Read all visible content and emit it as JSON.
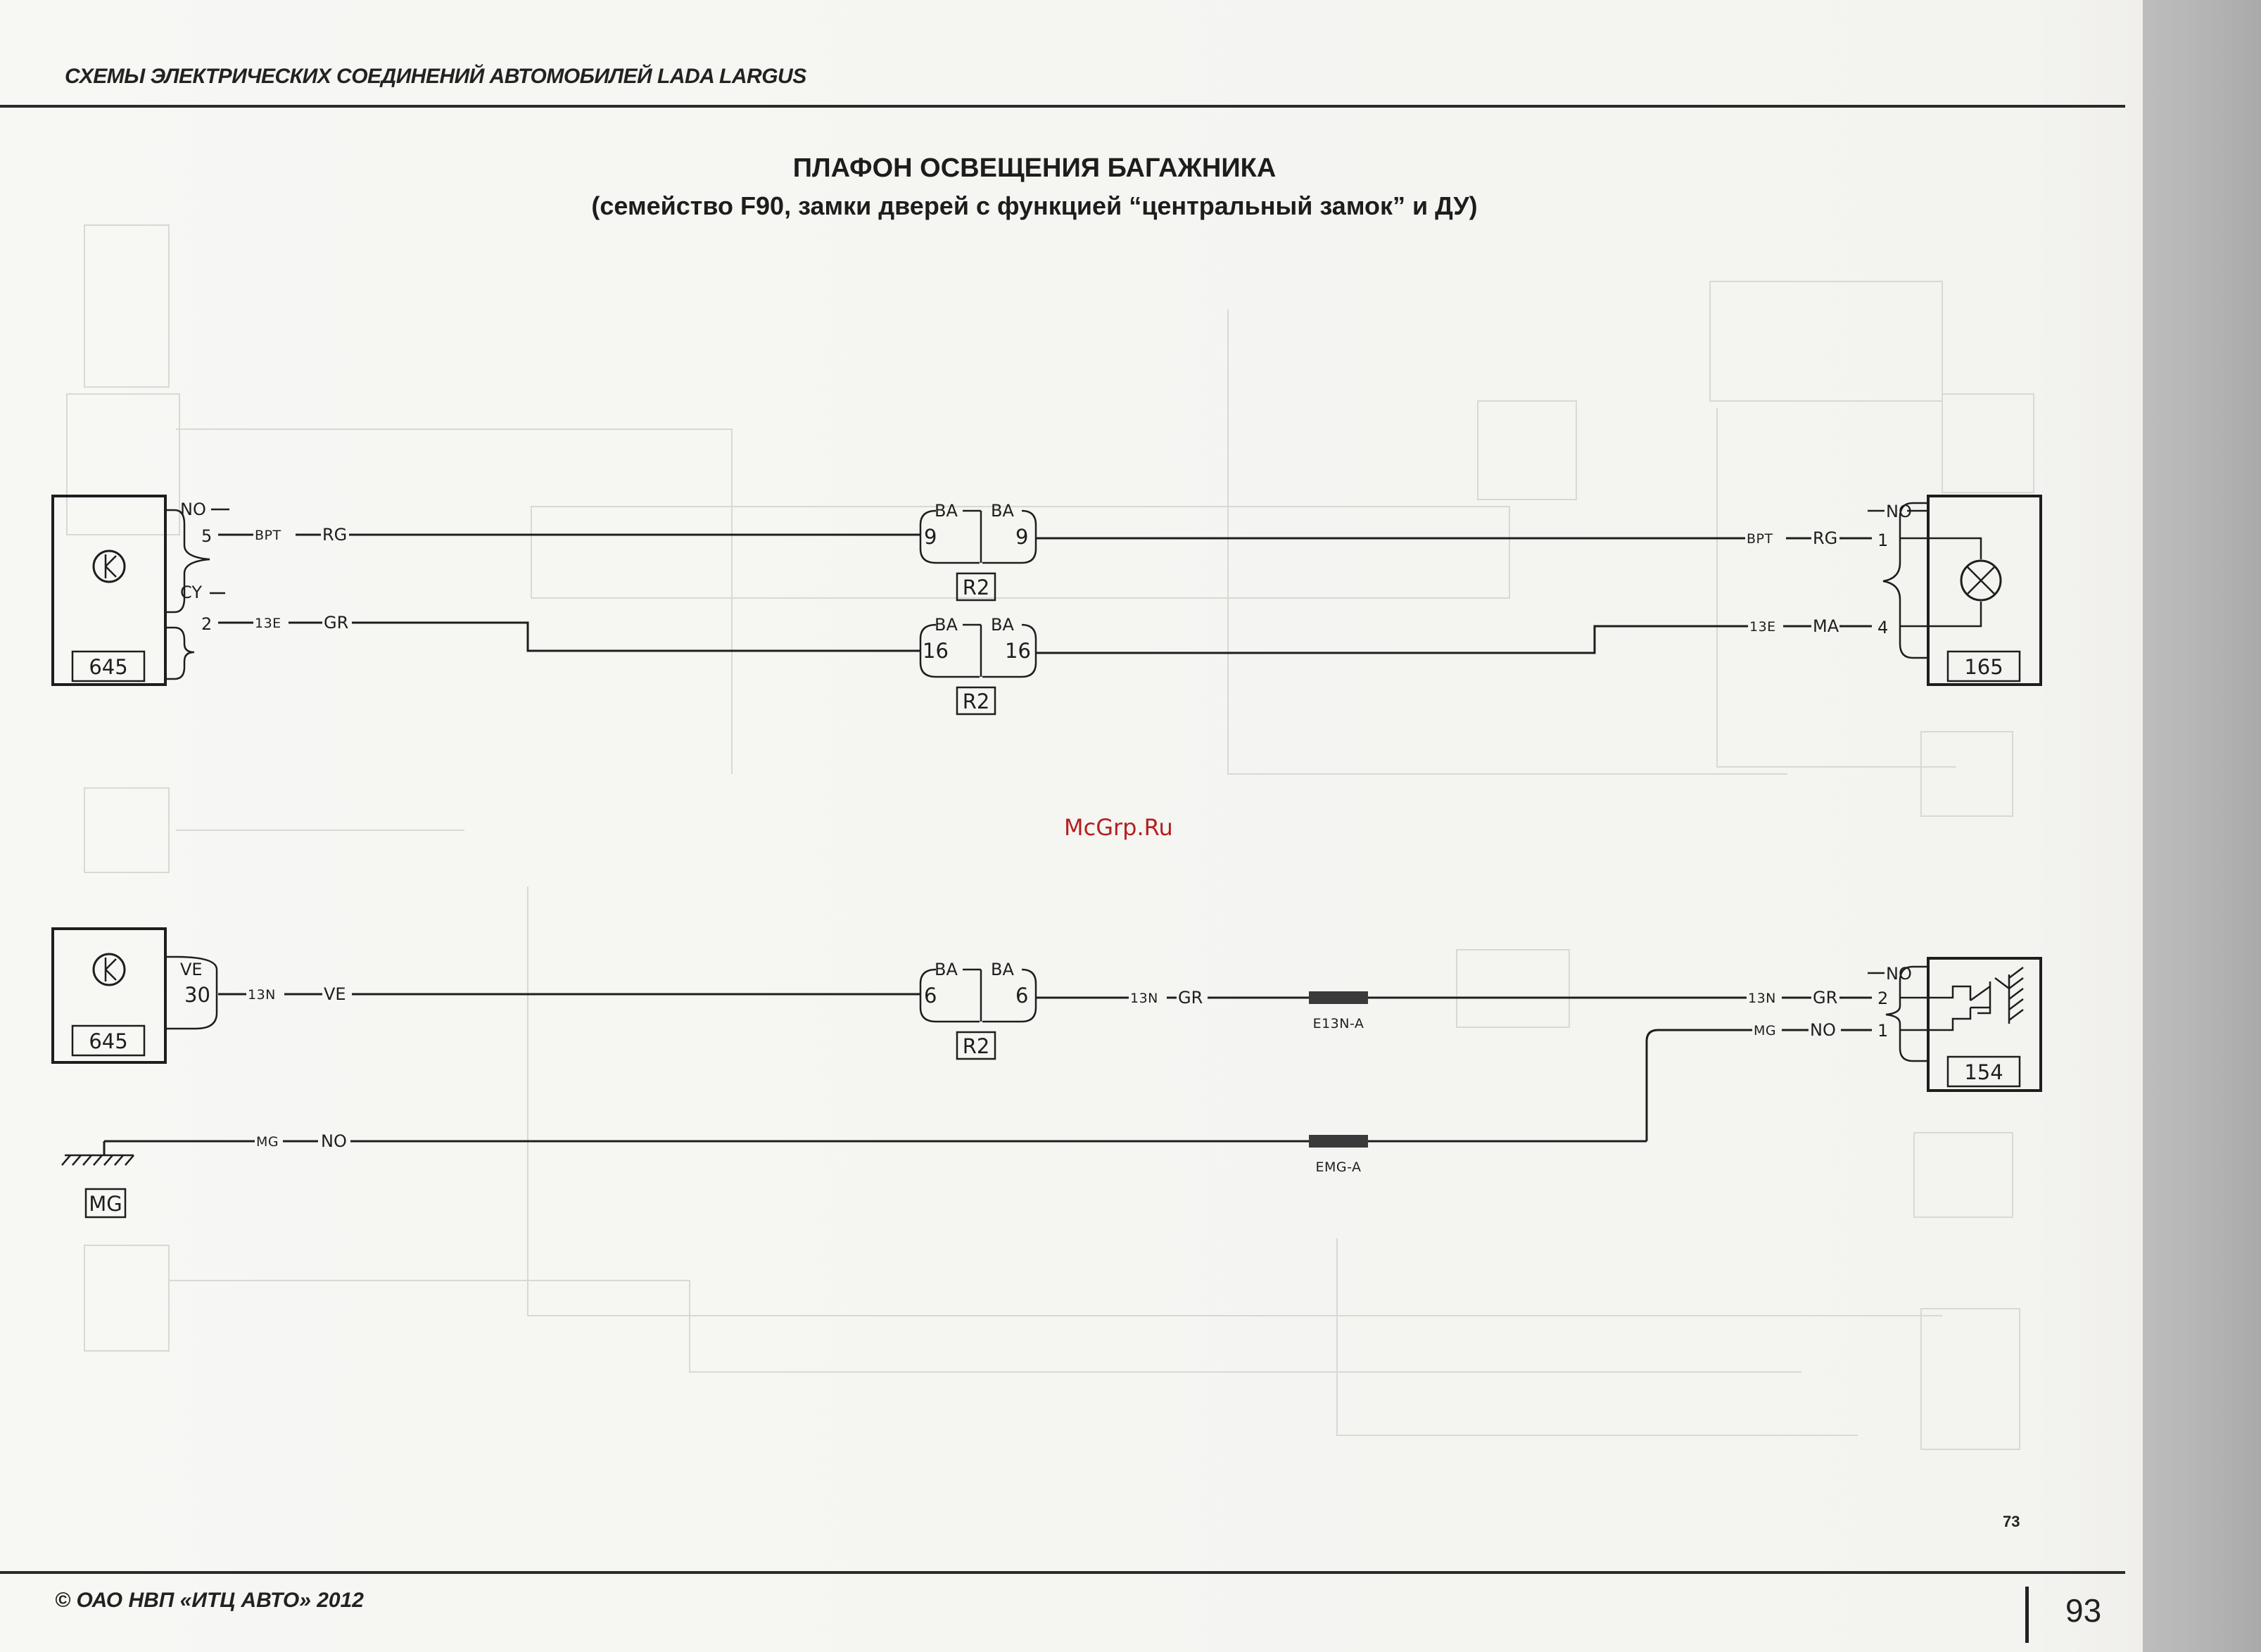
{
  "header": {
    "book_title": "СХЕМЫ ЭЛЕКТРИЧЕСКИХ СОЕДИНЕНИЙ АВТОМОБИЛЕЙ LADA LARGUS"
  },
  "diagram": {
    "title": "ПЛАФОН ОСВЕЩЕНИЯ БАГАЖНИКА",
    "subtitle": "(семейство F90, замки дверей с функцией “центральный замок” и ДУ)",
    "number": "73",
    "components": {
      "c645": "645",
      "c165": "165",
      "c154": "154",
      "ground": "MG",
      "connector": "R2"
    },
    "connectors": {
      "no": "NO",
      "cy": "CY",
      "ve": "VE",
      "ba": "BA",
      "pin5": "5",
      "pin2": "2",
      "pin30": "30",
      "pin9": "9",
      "pin16": "16",
      "pin6": "6",
      "pin1": "1",
      "pin4": "4"
    },
    "wires": {
      "bpt": "BPT",
      "rg": "RG",
      "w13e": "13E",
      "gr": "GR",
      "ma": "MA",
      "w13n": "13N",
      "ve": "VE",
      "mg": "MG",
      "no": "NO"
    },
    "splices": {
      "e13n": "E13N-A",
      "emg": "EMG-A"
    }
  },
  "watermark": "McGrp.Ru",
  "footer": {
    "copyright": "©   ОАО НВП «ИТЦ АВТО»   2012",
    "page_number": "93"
  }
}
